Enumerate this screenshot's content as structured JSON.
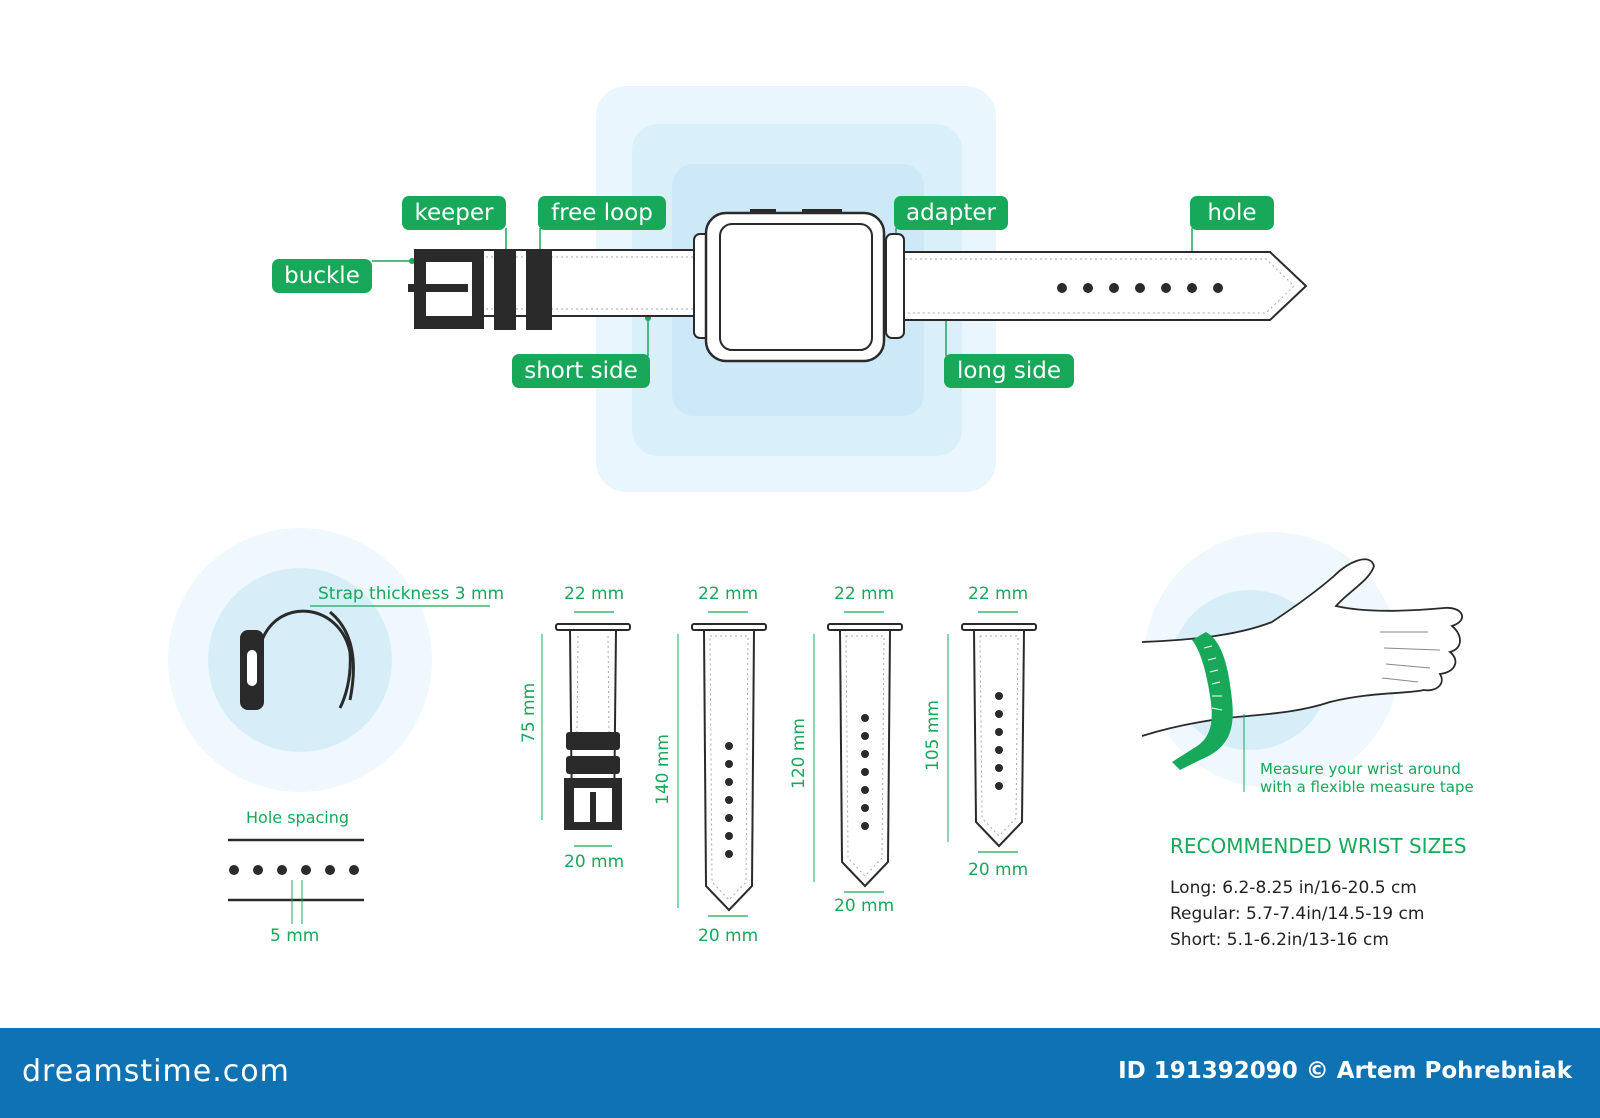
{
  "labels": {
    "buckle": "buckle",
    "keeper": "keeper",
    "free_loop": "free loop",
    "adapter": "adapter",
    "hole": "hole",
    "short_side": "short side",
    "long_side": "long side"
  },
  "thickness": {
    "label": "Strap thickness 3 mm"
  },
  "hole_spacing": {
    "title": "Hole spacing",
    "value": "5 mm"
  },
  "straps": [
    {
      "top": "22 mm",
      "bottom": "20 mm",
      "length": "75 mm"
    },
    {
      "top": "22 mm",
      "bottom": "20 mm",
      "length": "140 mm"
    },
    {
      "top": "22 mm",
      "bottom": "20 mm",
      "length": "120 mm"
    },
    {
      "top": "22 mm",
      "bottom": "20 mm",
      "length": "105 mm"
    }
  ],
  "measure_note": {
    "line1": "Measure your wrist around",
    "line2": "with a flexible measure tape"
  },
  "wrist_sizes": {
    "title": "RECOMMENDED WRIST SIZES",
    "long": "Long: 6.2-8.25 in/16-20.5 cm",
    "regular": "Regular: 5.7-7.4in/14.5-19 cm",
    "short": "Short: 5.1-6.2in/13-16 cm"
  },
  "footer": {
    "brand": "dreamstime.com",
    "credit": "ID 191392090 © Artem Pohrebniak"
  },
  "colors": {
    "accent": "#18a85a",
    "footer": "#0f72b3",
    "glow": "#d7eef9",
    "ink": "#2a2a2a"
  }
}
